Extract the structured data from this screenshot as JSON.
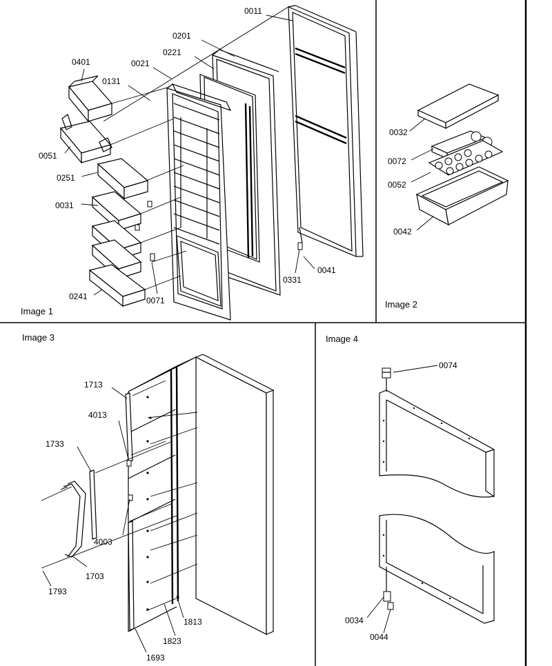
{
  "panels": {
    "image1": {
      "title": "Image 1",
      "labels": {
        "p0011": "0011",
        "p0201": "0201",
        "p0221": "0221",
        "p0021": "0021",
        "p0131": "0131",
        "p0401": "0401",
        "p0051": "0051",
        "p0251": "0251",
        "p0031": "0031",
        "p0241": "0241",
        "p0071": "0071",
        "p0331": "0331",
        "p0041": "0041"
      }
    },
    "image2": {
      "title": "Image 2",
      "labels": {
        "p0032": "0032",
        "p0072": "0072",
        "p0052": "0052",
        "p0042": "0042"
      }
    },
    "image3": {
      "title": "Image 3",
      "labels": {
        "p1713": "1713",
        "p4013": "4013",
        "p1733": "1733",
        "p4003": "4003",
        "p1703": "1703",
        "p1793": "1793",
        "p1813": "1813",
        "p1823": "1823",
        "p1693": "1693"
      }
    },
    "image4": {
      "title": "Image 4",
      "labels": {
        "p0074": "0074",
        "p0034": "0034",
        "p0044": "0044"
      }
    }
  }
}
